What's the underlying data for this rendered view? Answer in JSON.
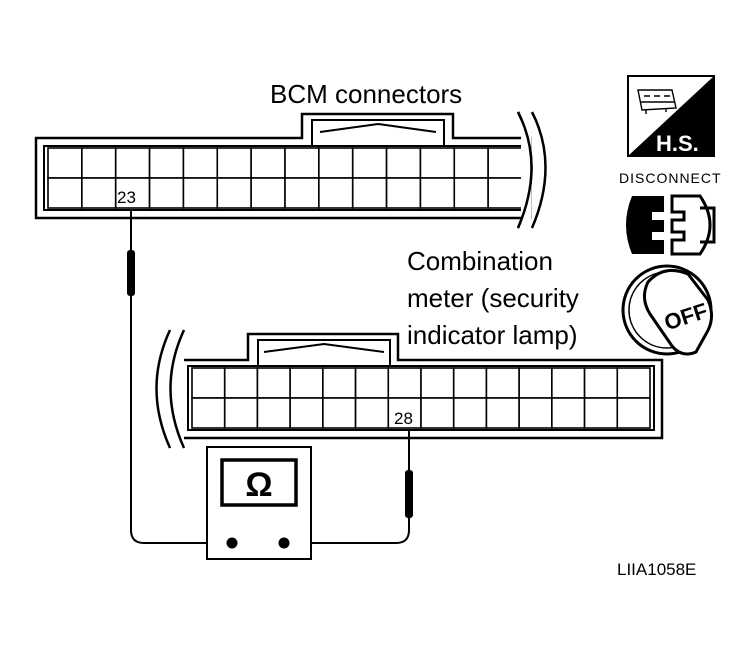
{
  "labels": {
    "bcm_connectors": "BCM connectors",
    "combination_meter": [
      "Combination",
      "meter (security",
      "indicator lamp)"
    ],
    "bcm_pin": "23",
    "meter_pin": "28",
    "ohmmeter_symbol": "Ω",
    "figure_code": "LIIA1058E"
  },
  "icons": {
    "hs_badge_text": "H.S.",
    "disconnect_text": "DISCONNECT",
    "ignition_text": "OFF"
  },
  "connectors": {
    "bcm": {
      "columns": 14,
      "rows": 2
    },
    "meter": {
      "columns": 14,
      "rows": 2
    }
  }
}
